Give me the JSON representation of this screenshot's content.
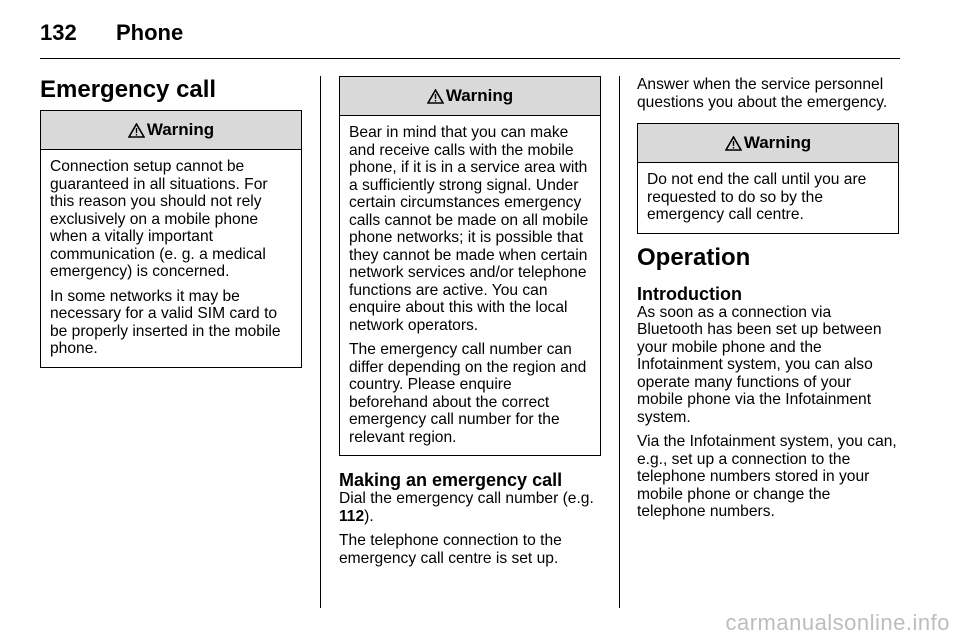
{
  "header": {
    "page_number": "132",
    "chapter": "Phone"
  },
  "col1": {
    "title": "Emergency call",
    "warning": {
      "label": "Warning",
      "p1": "Connection setup cannot be guaranteed in all situations. For this reason you should not rely exclusively on a mobile phone when a vitally important communication (e. g. a medical emergency) is concerned.",
      "p2": "In some networks it may be necessary for a valid SIM card to be properly inserted in the mobile phone."
    }
  },
  "col2": {
    "warning": {
      "label": "Warning",
      "p1": "Bear in mind that you can make and receive calls with the mobile phone, if it is in a service area with a sufficiently strong signal. Under certain circumstances emergency calls cannot be made on all mobile phone networks; it is possible that they cannot be made when certain network services and/or telephone functions are active. You can enquire about this with the local network operators.",
      "p2": "The emergency call number can differ depending on the region and country. Please enquire beforehand about the correct emergency call number for the relevant region."
    },
    "subheading": "Making an emergency call",
    "p1_before": "Dial the emergency call number (e.g. ",
    "p1_bold": "112",
    "p1_after": ").",
    "p2": "The telephone connection to the emergency call centre is set up."
  },
  "col3": {
    "intro": "Answer when the service personnel questions you about the emergency.",
    "warning": {
      "label": "Warning",
      "p1": "Do not end the call until you are requested to do so by the emergency call centre."
    },
    "section": "Operation",
    "subheading": "Introduction",
    "p1": "As soon as a connection via Bluetooth has been set up between your mobile phone and the Infotainment system, you can also operate many functions of your mobile phone via the Infotainment system.",
    "p2": "Via the Infotainment system, you can, e.g., set up a connection to the telephone numbers stored in your mobile phone or change the telephone numbers."
  },
  "watermark": "carmanualsonline.info"
}
